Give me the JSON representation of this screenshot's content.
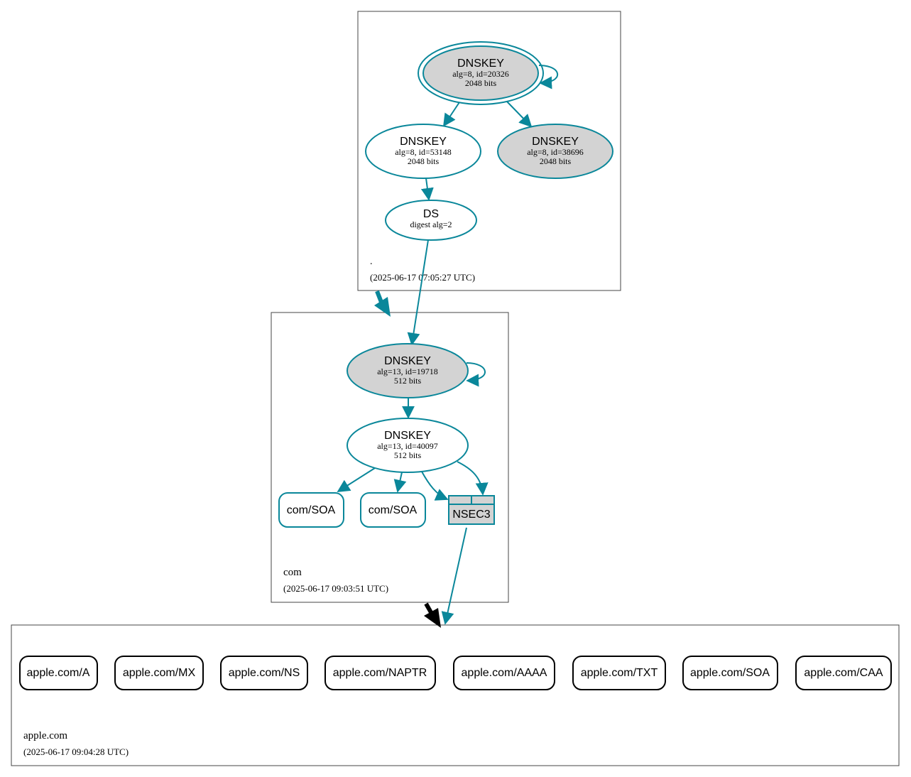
{
  "colors": {
    "edge": "#0a879a",
    "border": "#444444",
    "filled": "#d3d3d3",
    "delegation_black": "#000000"
  },
  "zones": {
    "root": {
      "name": ".",
      "timestamp": "(2025-06-17 07:05:27 UTC)"
    },
    "com": {
      "name": "com",
      "timestamp": "(2025-06-17 09:03:51 UTC)"
    },
    "apple": {
      "name": "apple.com",
      "timestamp": "(2025-06-17 09:04:28 UTC)"
    }
  },
  "nodes": {
    "root_ksk": {
      "title": "DNSKEY",
      "line1": "alg=8, id=20326",
      "line2": "2048 bits"
    },
    "root_zsk": {
      "title": "DNSKEY",
      "line1": "alg=8, id=53148",
      "line2": "2048 bits"
    },
    "root_k2": {
      "title": "DNSKEY",
      "line1": "alg=8, id=38696",
      "line2": "2048 bits"
    },
    "root_ds": {
      "title": "DS",
      "line1": "digest alg=2"
    },
    "com_ksk": {
      "title": "DNSKEY",
      "line1": "alg=13, id=19718",
      "line2": "512 bits"
    },
    "com_zsk": {
      "title": "DNSKEY",
      "line1": "alg=13, id=40097",
      "line2": "512 bits"
    },
    "com_soa1": {
      "label": "com/SOA"
    },
    "com_soa2": {
      "label": "com/SOA"
    },
    "com_nsec3": {
      "label": "NSEC3"
    }
  },
  "records": [
    {
      "label": "apple.com/A"
    },
    {
      "label": "apple.com/MX"
    },
    {
      "label": "apple.com/NS"
    },
    {
      "label": "apple.com/NAPTR"
    },
    {
      "label": "apple.com/AAAA"
    },
    {
      "label": "apple.com/TXT"
    },
    {
      "label": "apple.com/SOA"
    },
    {
      "label": "apple.com/CAA"
    }
  ]
}
